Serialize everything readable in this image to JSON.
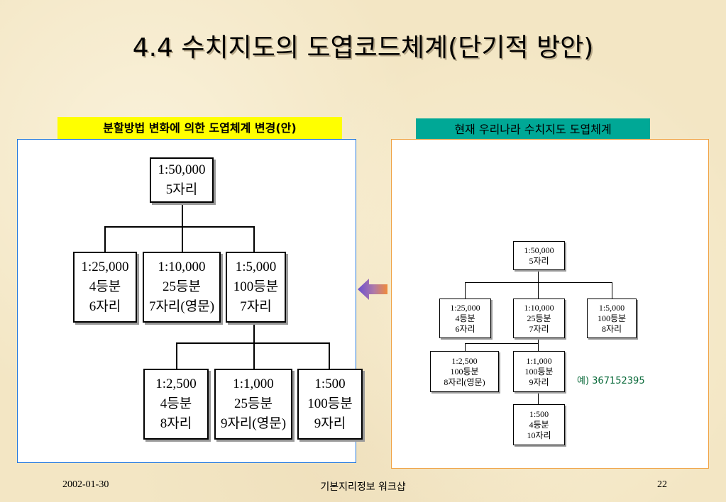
{
  "title": "4.4 수치지도의 도엽코드체계(단기적 방안)",
  "left_tag": "분할방법 변화에 의한 도엽체계 변경(안)",
  "right_tag": "현재 우리나라 수치지도 도엽체계",
  "left_tree": {
    "root": [
      "1:50,000",
      "5자리"
    ],
    "level1": [
      [
        "1:25,000",
        "4등분",
        "6자리"
      ],
      [
        "1:10,000",
        "25등분",
        "7자리(영문)"
      ],
      [
        "1:5,000",
        "100등분",
        "7자리"
      ]
    ],
    "level2": [
      [
        "1:2,500",
        "4등분",
        "8자리"
      ],
      [
        "1:1,000",
        "25등분",
        "9자리(영문)"
      ],
      [
        "1:500",
        "100등분",
        "9자리"
      ]
    ]
  },
  "right_tree": {
    "root": [
      "1:50,000",
      "5자리"
    ],
    "level1": [
      [
        "1:25,000",
        "4등분",
        "6자리"
      ],
      [
        "1:10,000",
        "25등분",
        "7자리"
      ],
      [
        "1:5,000",
        "100등분",
        "8자리"
      ]
    ],
    "level2": [
      [
        "1:2,500",
        "100등분",
        "8자리(영문)"
      ],
      [
        "1:1,000",
        "100등분",
        "9자리"
      ]
    ],
    "level3": [
      [
        "1:500",
        "4등분",
        "10자리"
      ]
    ],
    "example": "예) 367152395"
  },
  "footer": {
    "date": "2002-01-30",
    "center": "기본지리정보 워크샵",
    "page": "22"
  }
}
